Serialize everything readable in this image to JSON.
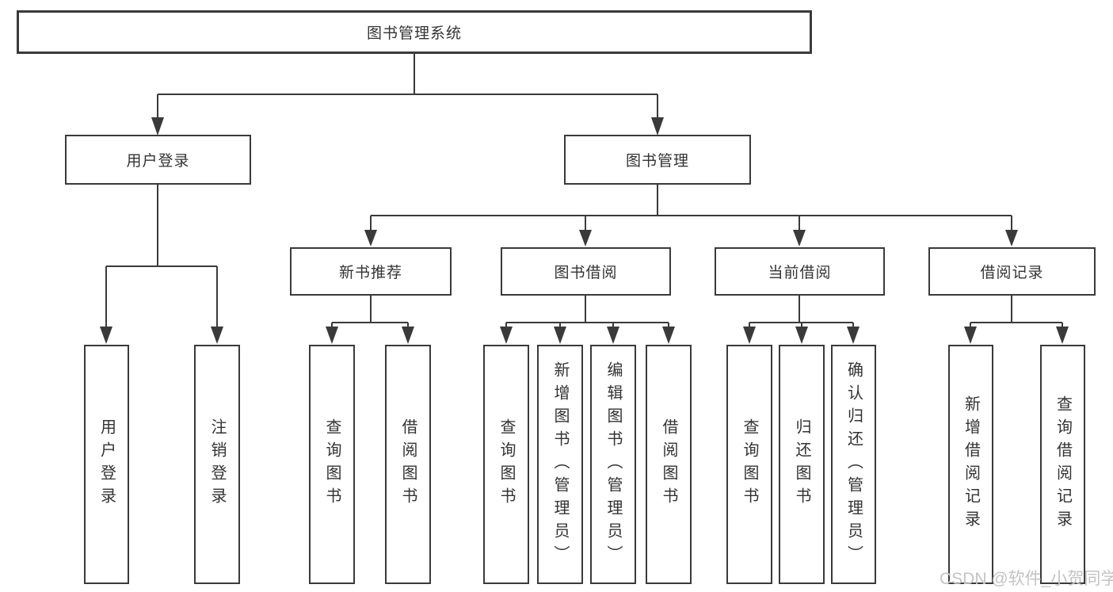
{
  "diagram": {
    "root": {
      "label": "图书管理系统"
    },
    "level2": [
      {
        "label": "用户登录"
      },
      {
        "label": "图书管理"
      }
    ],
    "level3": [
      {
        "label": "新书推荐"
      },
      {
        "label": "图书借阅"
      },
      {
        "label": "当前借阅"
      },
      {
        "label": "借阅记录"
      }
    ],
    "leaves": [
      {
        "label": "用户登录",
        "parent": "用户登录"
      },
      {
        "label": "注销登录",
        "parent": "用户登录"
      },
      {
        "label": "查询图书",
        "parent": "新书推荐"
      },
      {
        "label": "借阅图书",
        "parent": "新书推荐"
      },
      {
        "label": "查询图书",
        "parent": "图书借阅"
      },
      {
        "label": "新增图书（管理员）",
        "parent": "图书借阅"
      },
      {
        "label": "编辑图书（管理员）",
        "parent": "图书借阅"
      },
      {
        "label": "借阅图书",
        "parent": "图书借阅"
      },
      {
        "label": "查询图书",
        "parent": "当前借阅"
      },
      {
        "label": "归还图书",
        "parent": "当前借阅"
      },
      {
        "label": "确认归还（管理员）",
        "parent": "当前借阅"
      },
      {
        "label": "新增借阅记录",
        "parent": "借阅记录"
      },
      {
        "label": "查询借阅记录",
        "parent": "借阅记录"
      }
    ],
    "watermark": "CSDN @软件_小贺同学",
    "colors": {
      "line": "#3a3a3a",
      "text": "#333333",
      "watermark": "#c3c3c3",
      "background": "#ffffff"
    }
  }
}
